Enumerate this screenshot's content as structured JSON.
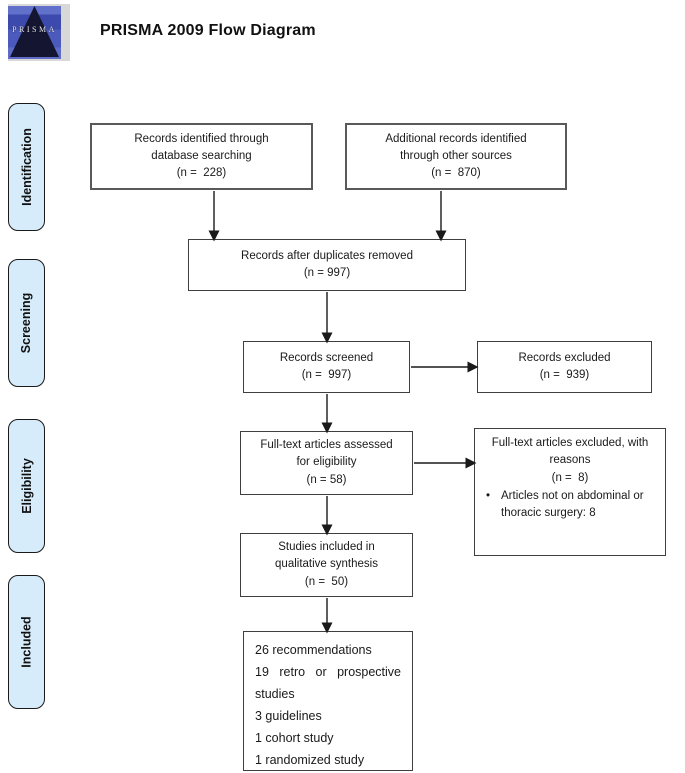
{
  "header": {
    "title": "PRISMA 2009 Flow Diagram",
    "logo_text": "PRISMA"
  },
  "sidebar": {
    "labels": [
      "Identification",
      "Screening",
      "Eligibility",
      "Included"
    ]
  },
  "flow": {
    "records_db": "Records identified through\ndatabase searching\n(n =  228)",
    "records_other": "Additional records identified\nthrough other sources\n(n =  870)",
    "dup_removed": "Records after duplicates removed\n(n = 997)",
    "screened": "Records screened\n(n =  997)",
    "excluded": "Records excluded\n(n =  939)",
    "fulltext": "Full-text articles assessed\nfor eligibility\n(n = 58)",
    "fulltext_excluded_heading": "Full-text articles excluded, with\nreasons\n(n =  8)",
    "bullet_glyph": "•",
    "fulltext_excluded_bullet": "Articles not on abdominal or\nthoracic surgery: 8",
    "qualitative": "Studies included in\nqualitative synthesis\n(n =  50)",
    "final_lines": [
      "26 recommendations",
      "19 retro or prospective studies",
      "3 guidelines",
      "1 cohort study",
      "1 randomized study"
    ]
  },
  "colors": {
    "phase_fill": "#d6ecfb",
    "box_border": "#3f3f3f",
    "arrow": "#1a1a1a",
    "logo_blue": "#4c5abd",
    "logo_triangle": "#131531"
  }
}
